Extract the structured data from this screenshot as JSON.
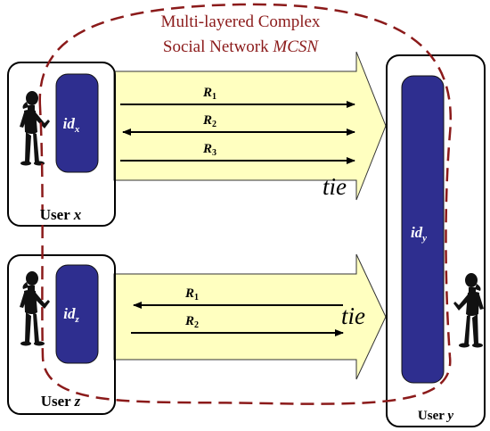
{
  "network": {
    "title_line1": "Multi-layered Complex",
    "title_line2_prefix": "Social Network ",
    "title_line2_italic": "MCSN"
  },
  "users": {
    "x": {
      "label_prefix": "User ",
      "label_var": "x",
      "id_base": "id",
      "id_sub": "x"
    },
    "z": {
      "label_prefix": "User ",
      "label_var": "z",
      "id_base": "id",
      "id_sub": "z"
    },
    "y": {
      "label_prefix": "User ",
      "label_var": "y",
      "id_base": "id",
      "id_sub": "y"
    }
  },
  "ties": {
    "upper": {
      "label": "tie",
      "relations": [
        {
          "base": "R",
          "sub": "1",
          "direction": "x-to-y"
        },
        {
          "base": "R",
          "sub": "2",
          "direction": "both"
        },
        {
          "base": "R",
          "sub": "3",
          "direction": "x-to-y"
        }
      ]
    },
    "lower": {
      "label": "tie",
      "relations": [
        {
          "base": "R",
          "sub": "1",
          "direction": "y-to-z"
        },
        {
          "base": "R",
          "sub": "2",
          "direction": "z-to-y"
        }
      ]
    }
  },
  "colors": {
    "network_border": "#8b1a1a",
    "network_title": "#8b1a1a",
    "arrow_fill": "#ffffc0",
    "arrow_stroke": "#333333",
    "id_fill": "#2e2e8f",
    "id_text": "#ffffff",
    "person": "#111111"
  }
}
